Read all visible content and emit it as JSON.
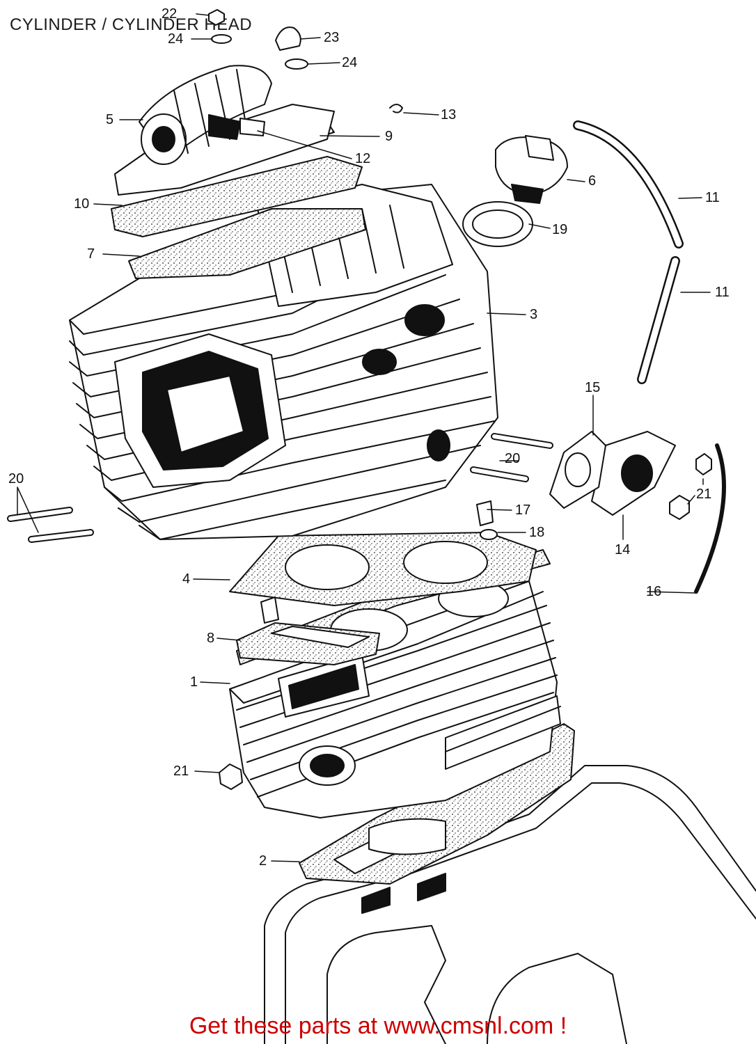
{
  "title": "CYLINDER / CYLINDER HEAD",
  "footer": {
    "text": "Get these parts at www.cmsnl.com !",
    "color": "#cc0000"
  },
  "callouts": {
    "c1": "1",
    "c2": "2",
    "c3": "3",
    "c4": "4",
    "c5": "5",
    "c6": "6",
    "c7": "7",
    "c8": "8",
    "c9": "9",
    "c10": "10",
    "c11a": "11",
    "c11b": "11",
    "c12": "12",
    "c13": "13",
    "c14": "14",
    "c15": "15",
    "c16": "16",
    "c17": "17",
    "c18": "18",
    "c19": "19",
    "c20a": "20",
    "c20b": "20",
    "c21a": "21",
    "c21b": "21",
    "c22": "22",
    "c23": "23",
    "c24a": "24",
    "c24b": "24"
  }
}
